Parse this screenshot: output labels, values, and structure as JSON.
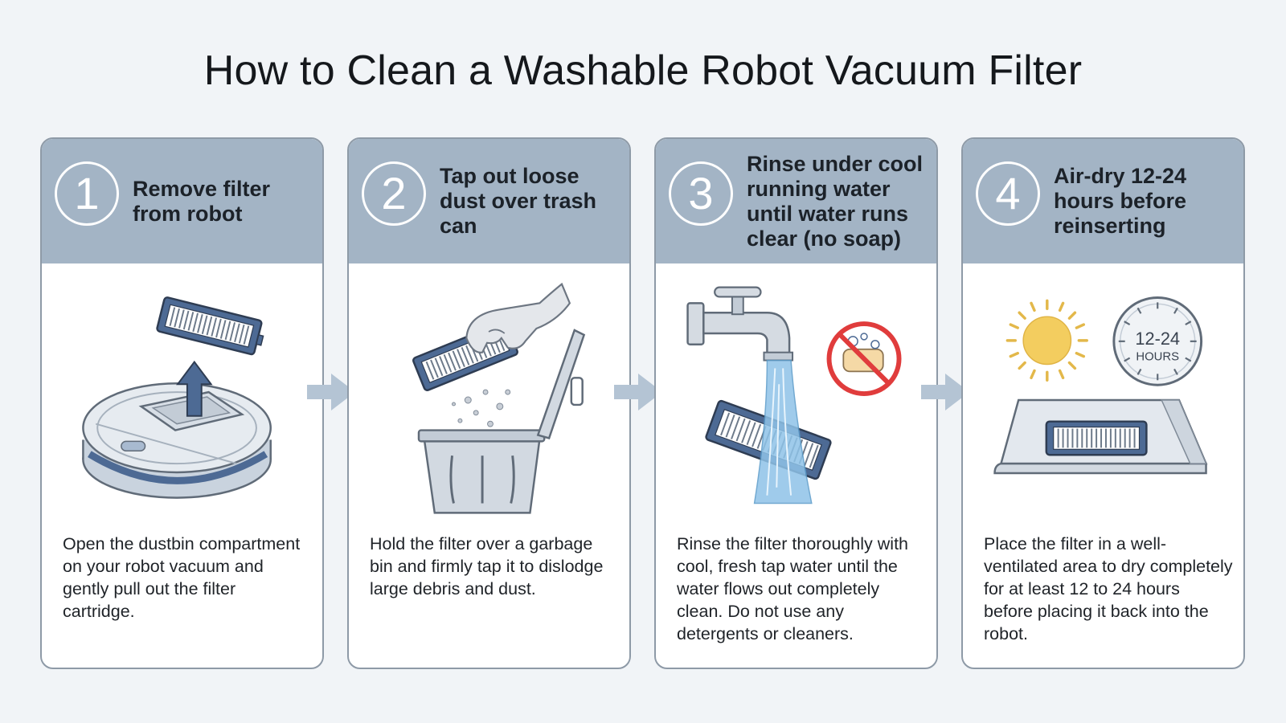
{
  "title": "How to Clean a Washable Robot Vacuum Filter",
  "steps": [
    {
      "number": "1",
      "title": "Remove filter from robot",
      "description": "Open the dustbin compartment on your robot vacuum and gently pull out the filter cartridge.",
      "icon": "robot-vacuum-filter-removal"
    },
    {
      "number": "2",
      "title": "Tap out loose dust over trash can",
      "description": "Hold the filter over a garbage bin and firmly tap it to dislodge large debris and dust.",
      "icon": "hand-tapping-filter-over-bin"
    },
    {
      "number": "3",
      "title": "Rinse under cool running water until water runs clear (no soap)",
      "description": "Rinse the filter thoroughly with cool, fresh tap water until the water flows out completely clean. Do not use any detergents or cleaners.",
      "icon": "faucet-rinsing-filter-no-soap"
    },
    {
      "number": "4",
      "title": "Air-dry 12-24 hours before reinserting",
      "description": "Place the filter in a well-ventilated area to dry completely for at least 12 to 24 hours before placing it back into the robot.",
      "icon": "sun-clock-drying-filter",
      "clock_value": "12-24",
      "clock_unit": "HOURS"
    }
  ],
  "colors": {
    "header": "#a3b4c5",
    "accent": "#4d6a94",
    "arrow": "#b4c4d4",
    "no_sign": "#e03c3c",
    "water": "#8fc3e8",
    "sun": "#f3cd5f"
  }
}
